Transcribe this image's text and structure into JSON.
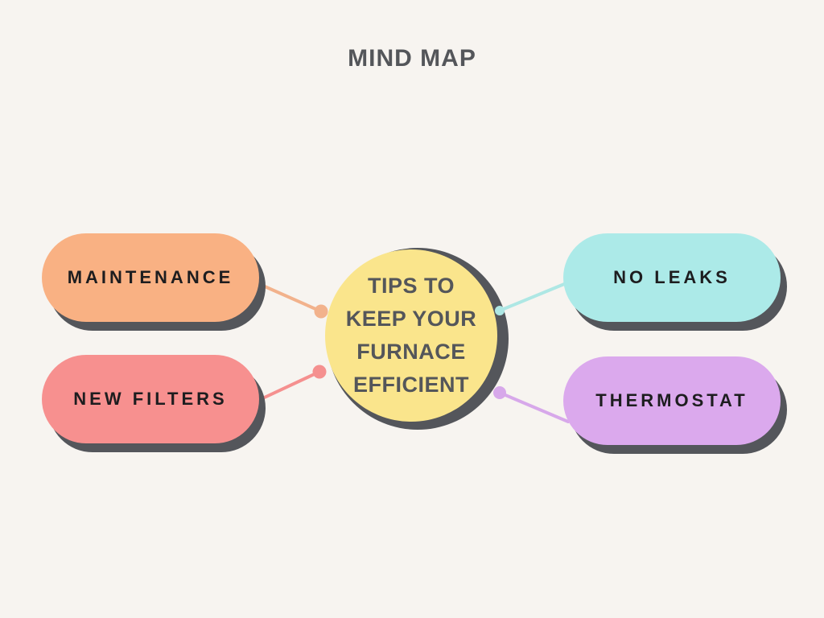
{
  "title": "MIND MAP",
  "background_color": "#F7F4F0",
  "shadow_color": "#54565B",
  "title_color": "#54565A",
  "center": {
    "label": "TIPS TO KEEP YOUR FURNACE EFFICIENT",
    "lines": [
      "TIPS TO",
      "KEEP YOUR",
      "FURNACE",
      "EFFICIENT"
    ],
    "fill_color": "#FAE58C",
    "text_color": "#54565A"
  },
  "nodes": [
    {
      "id": "maintenance",
      "label": "MAINTENANCE",
      "position": "top-left",
      "fill_color": "#F9B183",
      "connector_color": "#F2B28C",
      "text_color": "#1D1D1F"
    },
    {
      "id": "new-filters",
      "label": "NEW FILTERS",
      "position": "bottom-left",
      "fill_color": "#F7908F",
      "connector_color": "#F5908F",
      "text_color": "#1D1D1F"
    },
    {
      "id": "no-leaks",
      "label": "NO LEAKS",
      "position": "top-right",
      "fill_color": "#ACEAE8",
      "connector_color": "#AEE7E4",
      "text_color": "#1D1D1F"
    },
    {
      "id": "thermostat",
      "label": "THERMOSTAT",
      "position": "bottom-right",
      "fill_color": "#DBA9ED",
      "connector_color": "#D7A8EA",
      "text_color": "#1D1D1F"
    }
  ]
}
